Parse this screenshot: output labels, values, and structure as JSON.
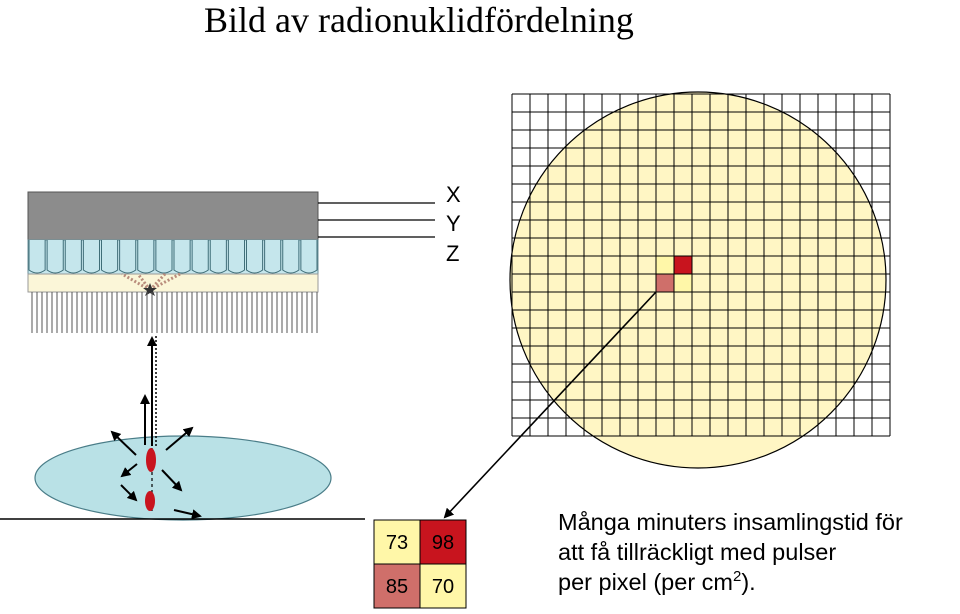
{
  "title": "Bild av radionuklidfördelning",
  "axes": {
    "x": "X",
    "y": "Y",
    "z": "Z"
  },
  "pixel_values": [
    {
      "value": "73",
      "color": "#fff7a8"
    },
    {
      "value": "98",
      "color": "#c8141e"
    },
    {
      "value": "85",
      "color": "#cf6f6a"
    },
    {
      "value": "70",
      "color": "#fff7a8"
    }
  ],
  "caption": {
    "line1": "Många minuters insamlingstid för",
    "line2": "att få tillräckligt med pulser",
    "line3_prefix": "per pixel (per cm",
    "line3_sup": "2",
    "line3_suffix": ")."
  },
  "colors": {
    "detector_housing": "#8c8c8c",
    "crystal": "#c5e6ec",
    "body_ellipse": "#b9e1e6",
    "image_disk": "#fff6c4",
    "hot_spot": "#c8141e",
    "warm_spot": "#cf6f6a",
    "light_cell": "#fff7a8"
  }
}
